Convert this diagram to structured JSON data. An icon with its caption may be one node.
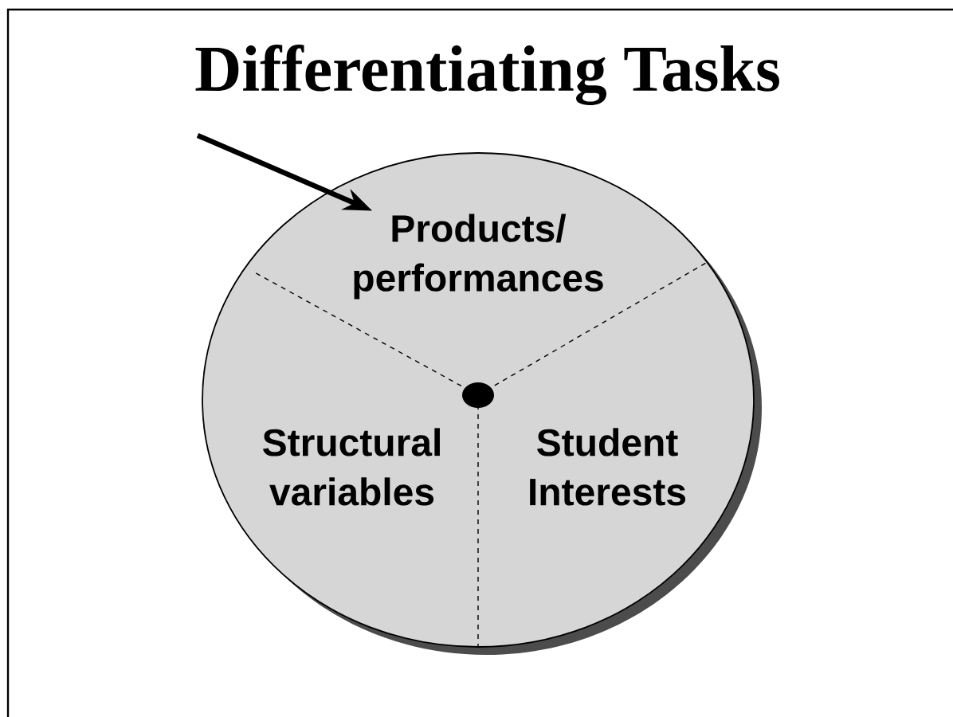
{
  "diagram": {
    "title": "Differentiating Tasks",
    "nodes": [
      {
        "text": [],
        "shape": "circle"
      },
      {
        "text": [
          "Products/ performances"
        ],
        "in": 0
      },
      {
        "text": [
          "Structural variables"
        ],
        "in": 0
      },
      {
        "text": [
          "Student Interests"
        ],
        "in": 0
      }
    ],
    "edges": [
      {
        "from": null,
        "to": 1,
        "arrow": "to"
      }
    ]
  }
}
